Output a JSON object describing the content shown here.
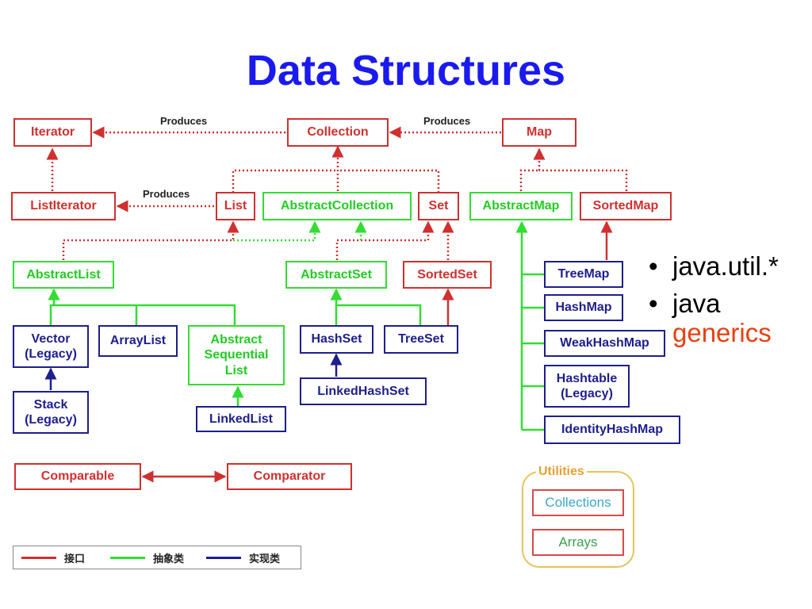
{
  "title": "Data Structures",
  "nodes": {
    "iterator": "Iterator",
    "collection": "Collection",
    "map": "Map",
    "list_iterator": "ListIterator",
    "list": "List",
    "abstract_collection": "AbstractCollection",
    "set": "Set",
    "abstract_map": "AbstractMap",
    "sorted_map": "SortedMap",
    "abstract_list": "AbstractList",
    "abstract_set": "AbstractSet",
    "sorted_set": "SortedSet",
    "tree_map": "TreeMap",
    "hash_map": "HashMap",
    "weak_hash_map": "WeakHashMap",
    "hashtable": "Hashtable\n(Legacy)",
    "identity_hash_map": "IdentityHashMap",
    "vector": "Vector\n(Legacy)",
    "array_list": "ArrayList",
    "abstract_sequential_list": "Abstract\nSequential\nList",
    "hash_set": "HashSet",
    "tree_set": "TreeSet",
    "linked_hash_set": "LinkedHashSet",
    "stack": "Stack\n(Legacy)",
    "linked_list": "LinkedList",
    "comparable": "Comparable",
    "comparator": "Comparator",
    "collections": "Collections",
    "arrays": "Arrays"
  },
  "edge_labels": {
    "produces_1": "Produces",
    "produces_2": "Produces",
    "produces_3": "Produces"
  },
  "utilities": {
    "title": "Utilities"
  },
  "legend": [
    {
      "label": "接口",
      "color": "#d03030"
    },
    {
      "label": "抽象类",
      "color": "#33dd33"
    },
    {
      "label": "实现类",
      "color": "#1e1e8c"
    }
  ],
  "bullets": {
    "item1": "java.util.*",
    "item2_line1": "java",
    "item2_line2": "generics"
  },
  "colors": {
    "title": "#1a1af0",
    "interface": "#d03030",
    "abstract": "#33dd33",
    "implementation": "#1e1e8c",
    "utilities_border": "#e6c45a",
    "accent": "#e84010"
  }
}
